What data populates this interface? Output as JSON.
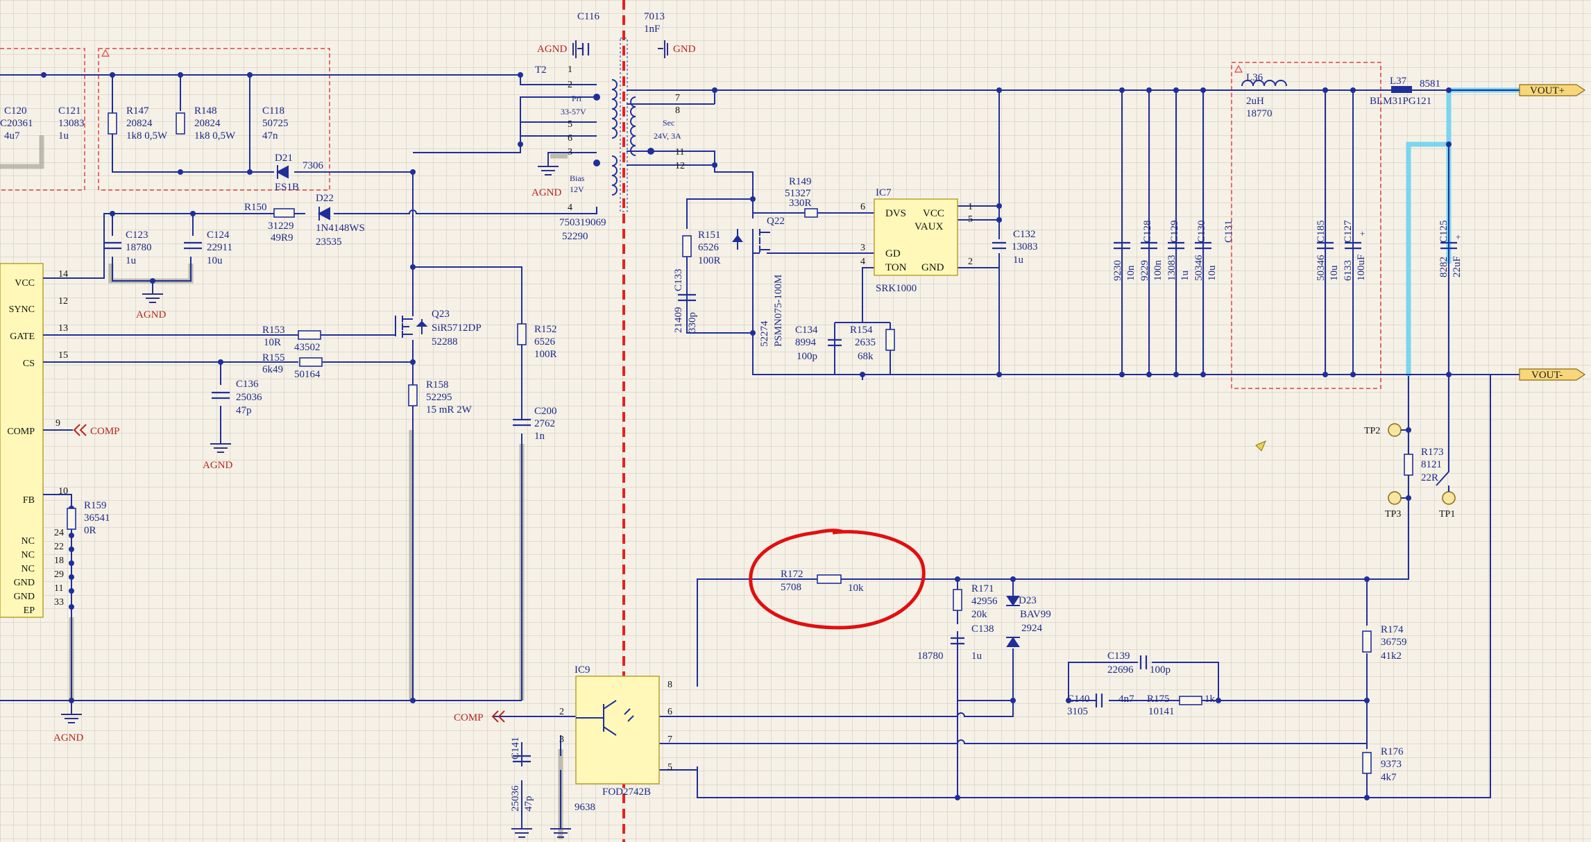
{
  "ports_left": [
    "VCC",
    "SYNC",
    "GATE",
    "CS",
    "COMP",
    "FB",
    "NC",
    "NC",
    "NC",
    "GND",
    "GND",
    "EP"
  ],
  "port_pins": [
    "14",
    "12",
    "13",
    "15",
    "9",
    "10",
    "24",
    "22",
    "18",
    "29",
    "11",
    "33"
  ],
  "agnd": "AGND",
  "gnd": "GND",
  "comp": "COMP",
  "vout_plus": "VOUT+",
  "vout_minus": "VOUT-",
  "parts": {
    "c120": [
      "C120",
      "C20361",
      "4u7"
    ],
    "c121": [
      "C121",
      "13083",
      "1u"
    ],
    "r147": [
      "R147",
      "20824",
      "1k8 0,5W"
    ],
    "r148": [
      "R148",
      "20824",
      "1k8 0,5W"
    ],
    "c118": [
      "C118",
      "50725",
      "47n"
    ],
    "d21": [
      "D21",
      "7306",
      "ES1B"
    ],
    "d22": [
      "D22",
      "1N4148WS",
      "23535"
    ],
    "r150": [
      "R150",
      "31229",
      "49R9"
    ],
    "c123": [
      "C123",
      "18780",
      "1u"
    ],
    "c124": [
      "C124",
      "22911",
      "10u"
    ],
    "r153": [
      "R153",
      "10R",
      "43502"
    ],
    "r155": [
      "R155",
      "6k49",
      "50164"
    ],
    "c136": [
      "C136",
      "25036",
      "47p"
    ],
    "q23": [
      "Q23",
      "SiR5712DP",
      "52288"
    ],
    "r158": [
      "R158",
      "52295",
      "15 mR 2W"
    ],
    "r152": [
      "R152",
      "6526",
      "100R"
    ],
    "c200": [
      "C200",
      "2762",
      "1n"
    ],
    "r159": [
      "R159",
      "36541",
      "0R"
    ],
    "c116": [
      "C116",
      "7013",
      "1nF"
    ],
    "t2": [
      "T2",
      "Pri",
      "33-57V",
      "Sec",
      "24V, 3A",
      "Bias",
      "12V",
      "750319069",
      "52290"
    ],
    "t2_pins": [
      "1",
      "2",
      "5",
      "6",
      "3",
      "4",
      "7",
      "8",
      "11",
      "12"
    ],
    "r149": [
      "R149",
      "51327",
      "330R"
    ],
    "r151": [
      "R151",
      "6526",
      "100R"
    ],
    "q22": [
      "Q22",
      "PSMN075-100M",
      "52274"
    ],
    "c133": [
      "C133",
      "21409",
      "330p"
    ],
    "ic7": [
      "IC7",
      "DVS",
      "VCC",
      "VAUX",
      "GD",
      "TON",
      "GND",
      "SRK1000"
    ],
    "ic7_pins": [
      "6",
      "1",
      "5",
      "3",
      "4",
      "2"
    ],
    "c132": [
      "C132",
      "13083",
      "1u"
    ],
    "c134": [
      "C134",
      "8994",
      "100p"
    ],
    "r154": [
      "R154",
      "2635",
      "68k"
    ],
    "c128": [
      "C128",
      "9230",
      "10n"
    ],
    "c129": [
      "C129",
      "9229",
      "100n"
    ],
    "c130": [
      "C130",
      "13083",
      "1u"
    ],
    "c131": [
      "C131",
      "50346",
      "10u"
    ],
    "l36": [
      "L36",
      "2uH",
      "18770"
    ],
    "c185": [
      "C185",
      "50346",
      "10u"
    ],
    "c127": [
      "C127",
      "6133",
      "100uF"
    ],
    "l37": [
      "L37",
      "8581",
      "BLM31PG121"
    ],
    "c125": [
      "C125",
      "8282",
      "22uF"
    ],
    "r173": [
      "R173",
      "8121",
      "22R"
    ],
    "tp": [
      "TP2",
      "TP3",
      "TP1"
    ],
    "r172": [
      "R172",
      "5708",
      "10k"
    ],
    "r171": [
      "R171",
      "42956",
      "20k"
    ],
    "c138": [
      "C138",
      "18780",
      "1u"
    ],
    "d23": [
      "D23",
      "BAV99",
      "2924"
    ],
    "r174": [
      "R174",
      "36759",
      "41k2"
    ],
    "c139": [
      "C139",
      "22696",
      "100p"
    ],
    "c140": [
      "C140",
      "3105",
      "4n7"
    ],
    "r175": [
      "R175",
      "10141",
      "1k"
    ],
    "r176": [
      "R176",
      "9373",
      "4k7"
    ],
    "ic9": [
      "IC9",
      "FOD2742B",
      "9638"
    ],
    "ic9_pins": [
      "2",
      "3",
      "8",
      "6",
      "7",
      "5"
    ],
    "c141": [
      "C141",
      "25036",
      "47p"
    ]
  },
  "plus_sign": "+",
  "colors": {
    "wire": "#1e2f9a",
    "ground": "#b3261e",
    "highlight": "#6fd3f0",
    "circle": "#e01010",
    "isolation": "#e82020",
    "component_fill": "#fff8b8"
  }
}
